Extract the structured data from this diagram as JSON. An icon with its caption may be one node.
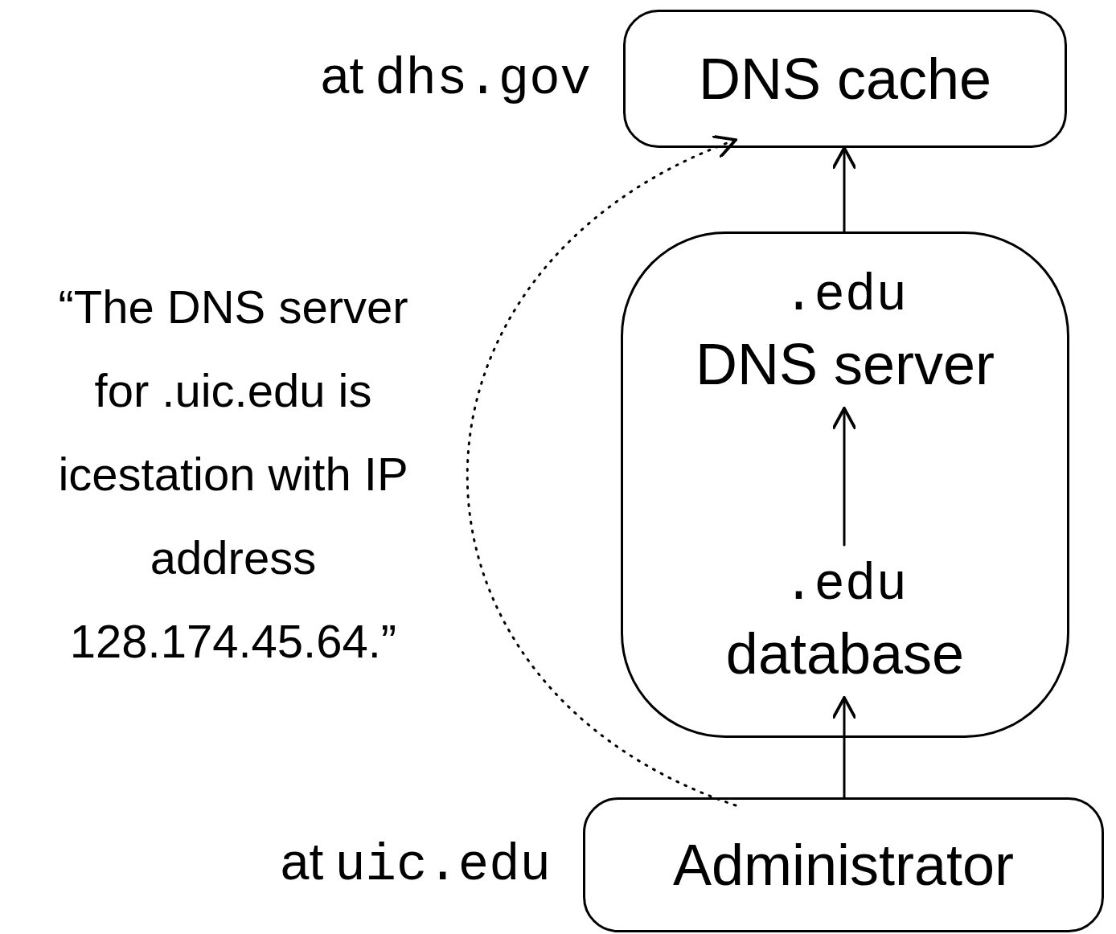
{
  "diagram": {
    "nodes": [
      {
        "text": [
          "DNS cache"
        ],
        "beside": [
          "at",
          "dhs.gov"
        ]
      },
      {
        "text": [],
        "shape": "box"
      },
      {
        "text": [
          ".edu",
          "DNS server"
        ],
        "in": 1
      },
      {
        "text": [
          ".edu",
          "database"
        ],
        "in": 1
      },
      {
        "text": [
          "Administrator"
        ],
        "beside": [
          "at",
          "uic.edu"
        ]
      }
    ],
    "edges": [
      {
        "from": 1,
        "to": 0,
        "arrow": "to"
      },
      {
        "from": 3,
        "to": 2,
        "arrow": "to"
      },
      {
        "from": 4,
        "to": 3,
        "arrow": "to"
      },
      {
        "from": 4,
        "to": 0,
        "arrow": "to",
        "style": "dashed",
        "label": "“The DNS server for .uic.edu is icestation with IP address 128.174.45.64.”"
      }
    ]
  }
}
